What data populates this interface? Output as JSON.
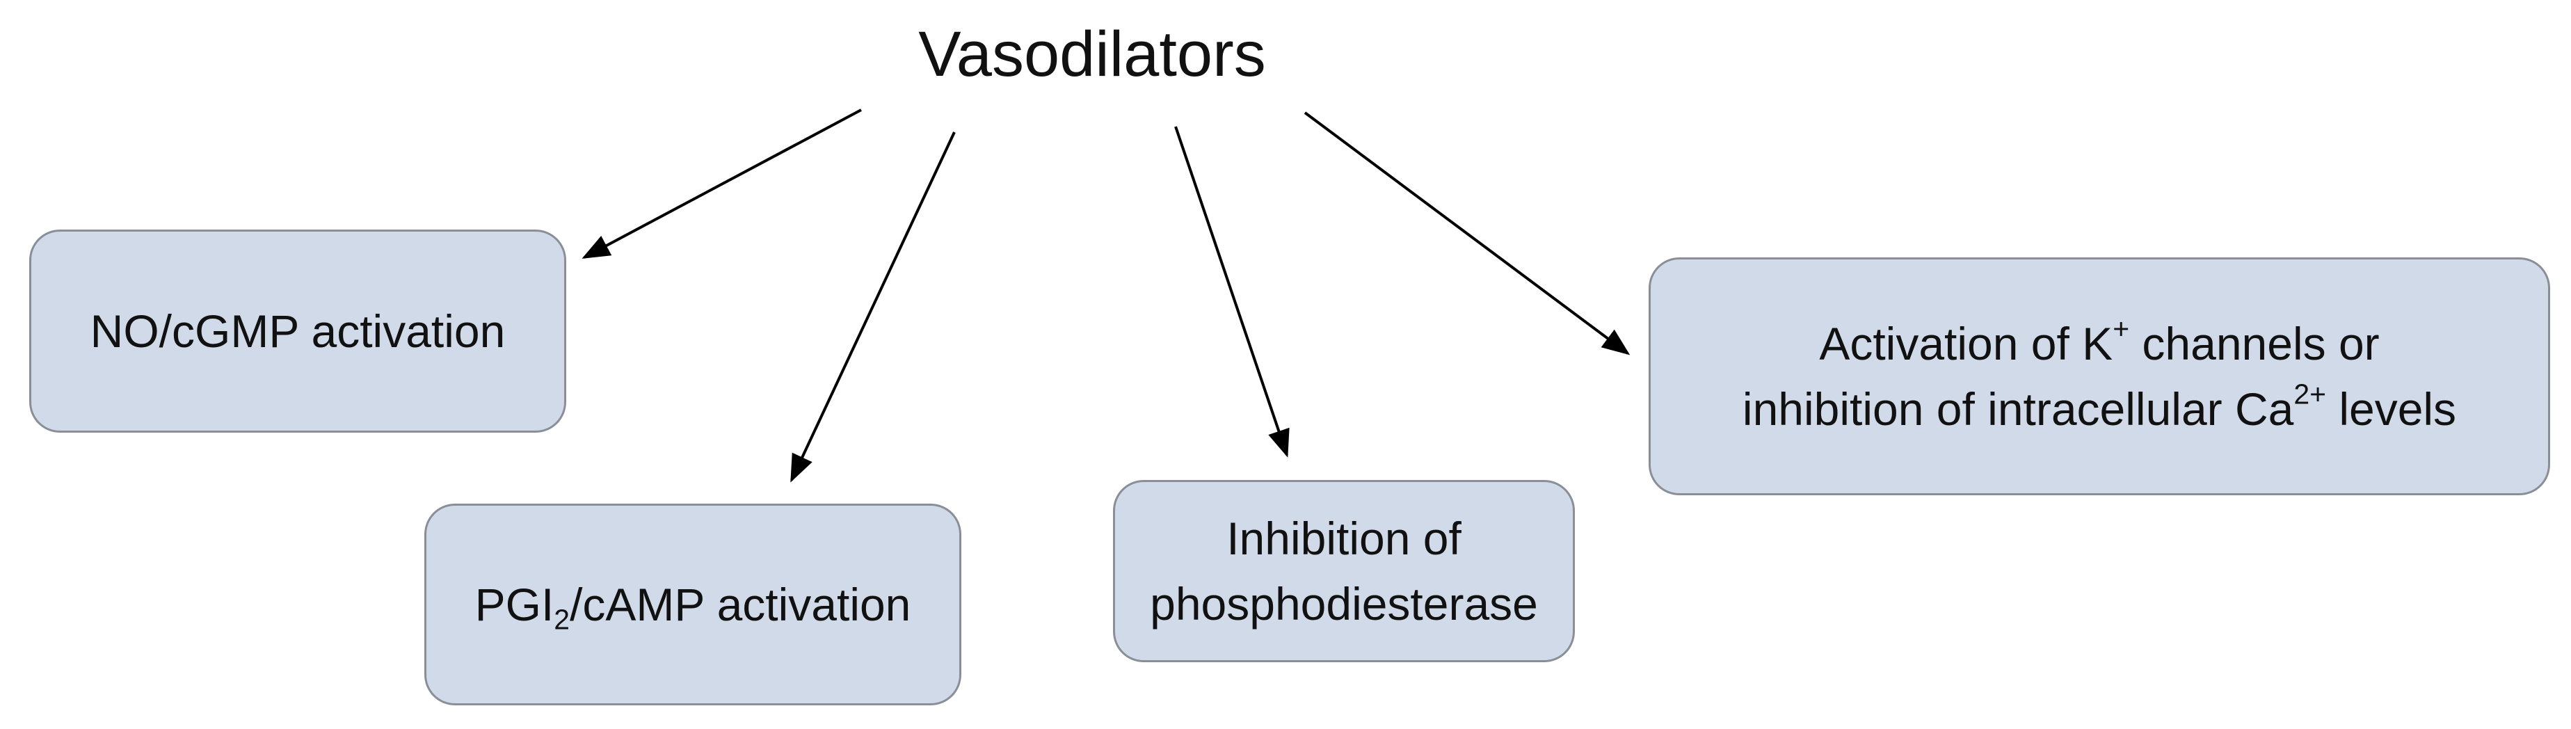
{
  "diagram": {
    "title": "Vasodilators",
    "boxes": {
      "no_cgmp": {
        "text": "NO/cGMP activation"
      },
      "pgi2_camp": {
        "prefix": "PGI",
        "subscript": "2",
        "suffix": "/cAMP activation"
      },
      "pde": {
        "line1": "Inhibition of",
        "line2": "phosphodiesterase"
      },
      "k_ca": {
        "line1_prefix": "Activation of K",
        "line1_sup": "+",
        "line1_suffix": " channels or",
        "line2_prefix": "inhibition of intracellular Ca",
        "line2_sup": "2+",
        "line2_suffix": " levels"
      }
    },
    "colors": {
      "box_fill": "#d0dae8",
      "box_border": "#8a8f97",
      "arrow": "#000000"
    }
  }
}
